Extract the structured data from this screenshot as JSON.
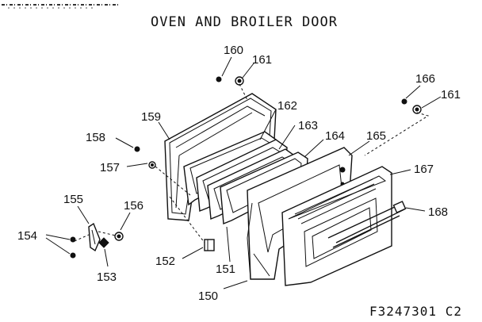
{
  "diagram": {
    "title": "OVEN AND BROILER DOOR",
    "figure_code": "F3247301 C2",
    "callouts": {
      "c150": "150",
      "c151": "151",
      "c152": "152",
      "c153": "153",
      "c154": "154",
      "c155": "155",
      "c156": "156",
      "c157": "157",
      "c158": "158",
      "c159": "159",
      "c160": "160",
      "c161a": "161",
      "c161b": "161",
      "c162": "162",
      "c163": "163",
      "c164": "164",
      "c165": "165",
      "c166": "166",
      "c167": "167",
      "c168": "168"
    }
  }
}
